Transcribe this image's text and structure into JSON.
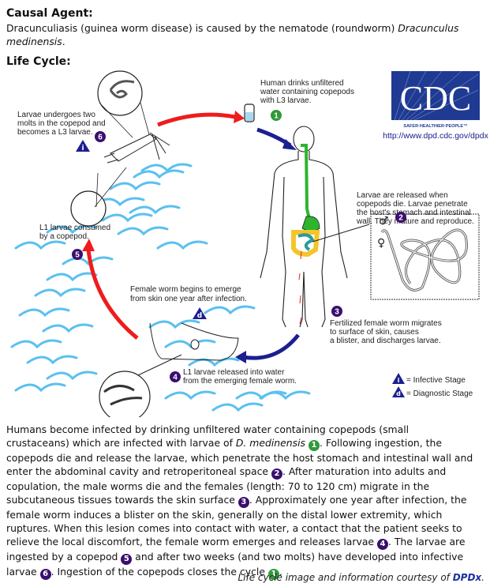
{
  "causal_agent": {
    "heading": "Causal Agent:",
    "text_before": "Dracunculiasis (guinea worm disease) is caused by the nematode (roundworm) ",
    "species": "Dracunculus medinensis",
    "text_after": "."
  },
  "life_cycle": {
    "heading": "Life Cycle:",
    "diagram": {
      "logo": {
        "text": "CDC",
        "tagline": "SAFER·HEALTHIER·PEOPLE™",
        "url": "http://www.dpd.cdc.gov/dpdx",
        "color": "#1f3a93"
      },
      "steps": [
        {
          "number": "1",
          "color": "#2e9a3a",
          "lines": [
            "Human drinks unfiltered",
            "water containing copepods",
            "with L3 larvae."
          ]
        },
        {
          "number": "2",
          "color": "#3a0f6e",
          "lines": [
            "Larvae are released when",
            "copepods die.  Larvae penetrate",
            "the host's stomach and intestinal",
            "wall.  They mature and reproduce."
          ]
        },
        {
          "number": "3",
          "color": "#3a0f6e",
          "lines": [
            "Fertilized female worm migrates",
            "to surface of skin, causes",
            "a blister, and discharges larvae."
          ]
        },
        {
          "number": "4",
          "color": "#3a0f6e",
          "lines": [
            "L1 larvae released into water",
            "from the emerging female worm."
          ]
        },
        {
          "number": "5",
          "color": "#3a0f6e",
          "lines": [
            "L1 larvae consumed",
            "by a copepod."
          ]
        },
        {
          "number": "6",
          "color": "#3a0f6e",
          "lines": [
            "Larvae undergoes two",
            "molts in the copepod and",
            "becomes a L3 larvae."
          ]
        }
      ],
      "emerge_label": [
        "Female worm begins to emerge",
        "from skin one year after infection."
      ],
      "sex_symbols": {
        "male": "♂",
        "female": "♀"
      },
      "legend": [
        {
          "symbol": "i",
          "label": "= Infective Stage"
        },
        {
          "symbol": "d",
          "label": "= Diagnostic Stage"
        }
      ],
      "colors": {
        "arrow_red": "#ee1c1c",
        "arrow_blue": "#1b1f8f",
        "water": "#5bc0f0",
        "gut_green": "#2db52d",
        "gut_yellow": "#f3c52b",
        "gut_teal": "#2a9a9a",
        "stage_triangle": "#1b1f8f"
      }
    },
    "description": [
      {
        "t": "text",
        "v": "Humans become infected by drinking unfiltered water containing copepods (small crustaceans) which are infected with larvae of "
      },
      {
        "t": "italic",
        "v": "D. medinensis"
      },
      {
        "t": "text",
        "v": " "
      },
      {
        "t": "badge",
        "v": "1",
        "color": "green"
      },
      {
        "t": "text",
        "v": ". Following ingestion, the copepods die and release the larvae, which penetrate the host stomach and intestinal wall and enter the abdominal cavity and retroperitoneal space "
      },
      {
        "t": "badge",
        "v": "2",
        "color": "purple"
      },
      {
        "t": "text",
        "v": ". After maturation into adults and copulation, the male worms die and the females (length: 70 to 120 cm) migrate in the subcutaneous tissues towards the skin surface "
      },
      {
        "t": "badge",
        "v": "3",
        "color": "purple"
      },
      {
        "t": "text",
        "v": ". Approximately one year after infection, the female worm induces a blister on the skin, generally on the distal lower extremity, which ruptures. When this lesion comes into contact with water, a contact that the patient seeks to relieve the local discomfort, the female worm emerges and releases larvae "
      },
      {
        "t": "badge",
        "v": "4",
        "color": "purple"
      },
      {
        "t": "text",
        "v": ". The larvae are ingested by a copepod "
      },
      {
        "t": "badge",
        "v": "5",
        "color": "purple"
      },
      {
        "t": "text",
        "v": " and after two weeks (and two molts) have developed into infective larvae "
      },
      {
        "t": "badge",
        "v": "6",
        "color": "purple"
      },
      {
        "t": "text",
        "v": ". Ingestion of the copepods closes the cycle "
      },
      {
        "t": "badge",
        "v": "1",
        "color": "green"
      },
      {
        "t": "text",
        "v": "."
      }
    ]
  },
  "credit": {
    "text": "Life cycle image and information courtesy of ",
    "link": "DPDx",
    "suffix": "."
  }
}
